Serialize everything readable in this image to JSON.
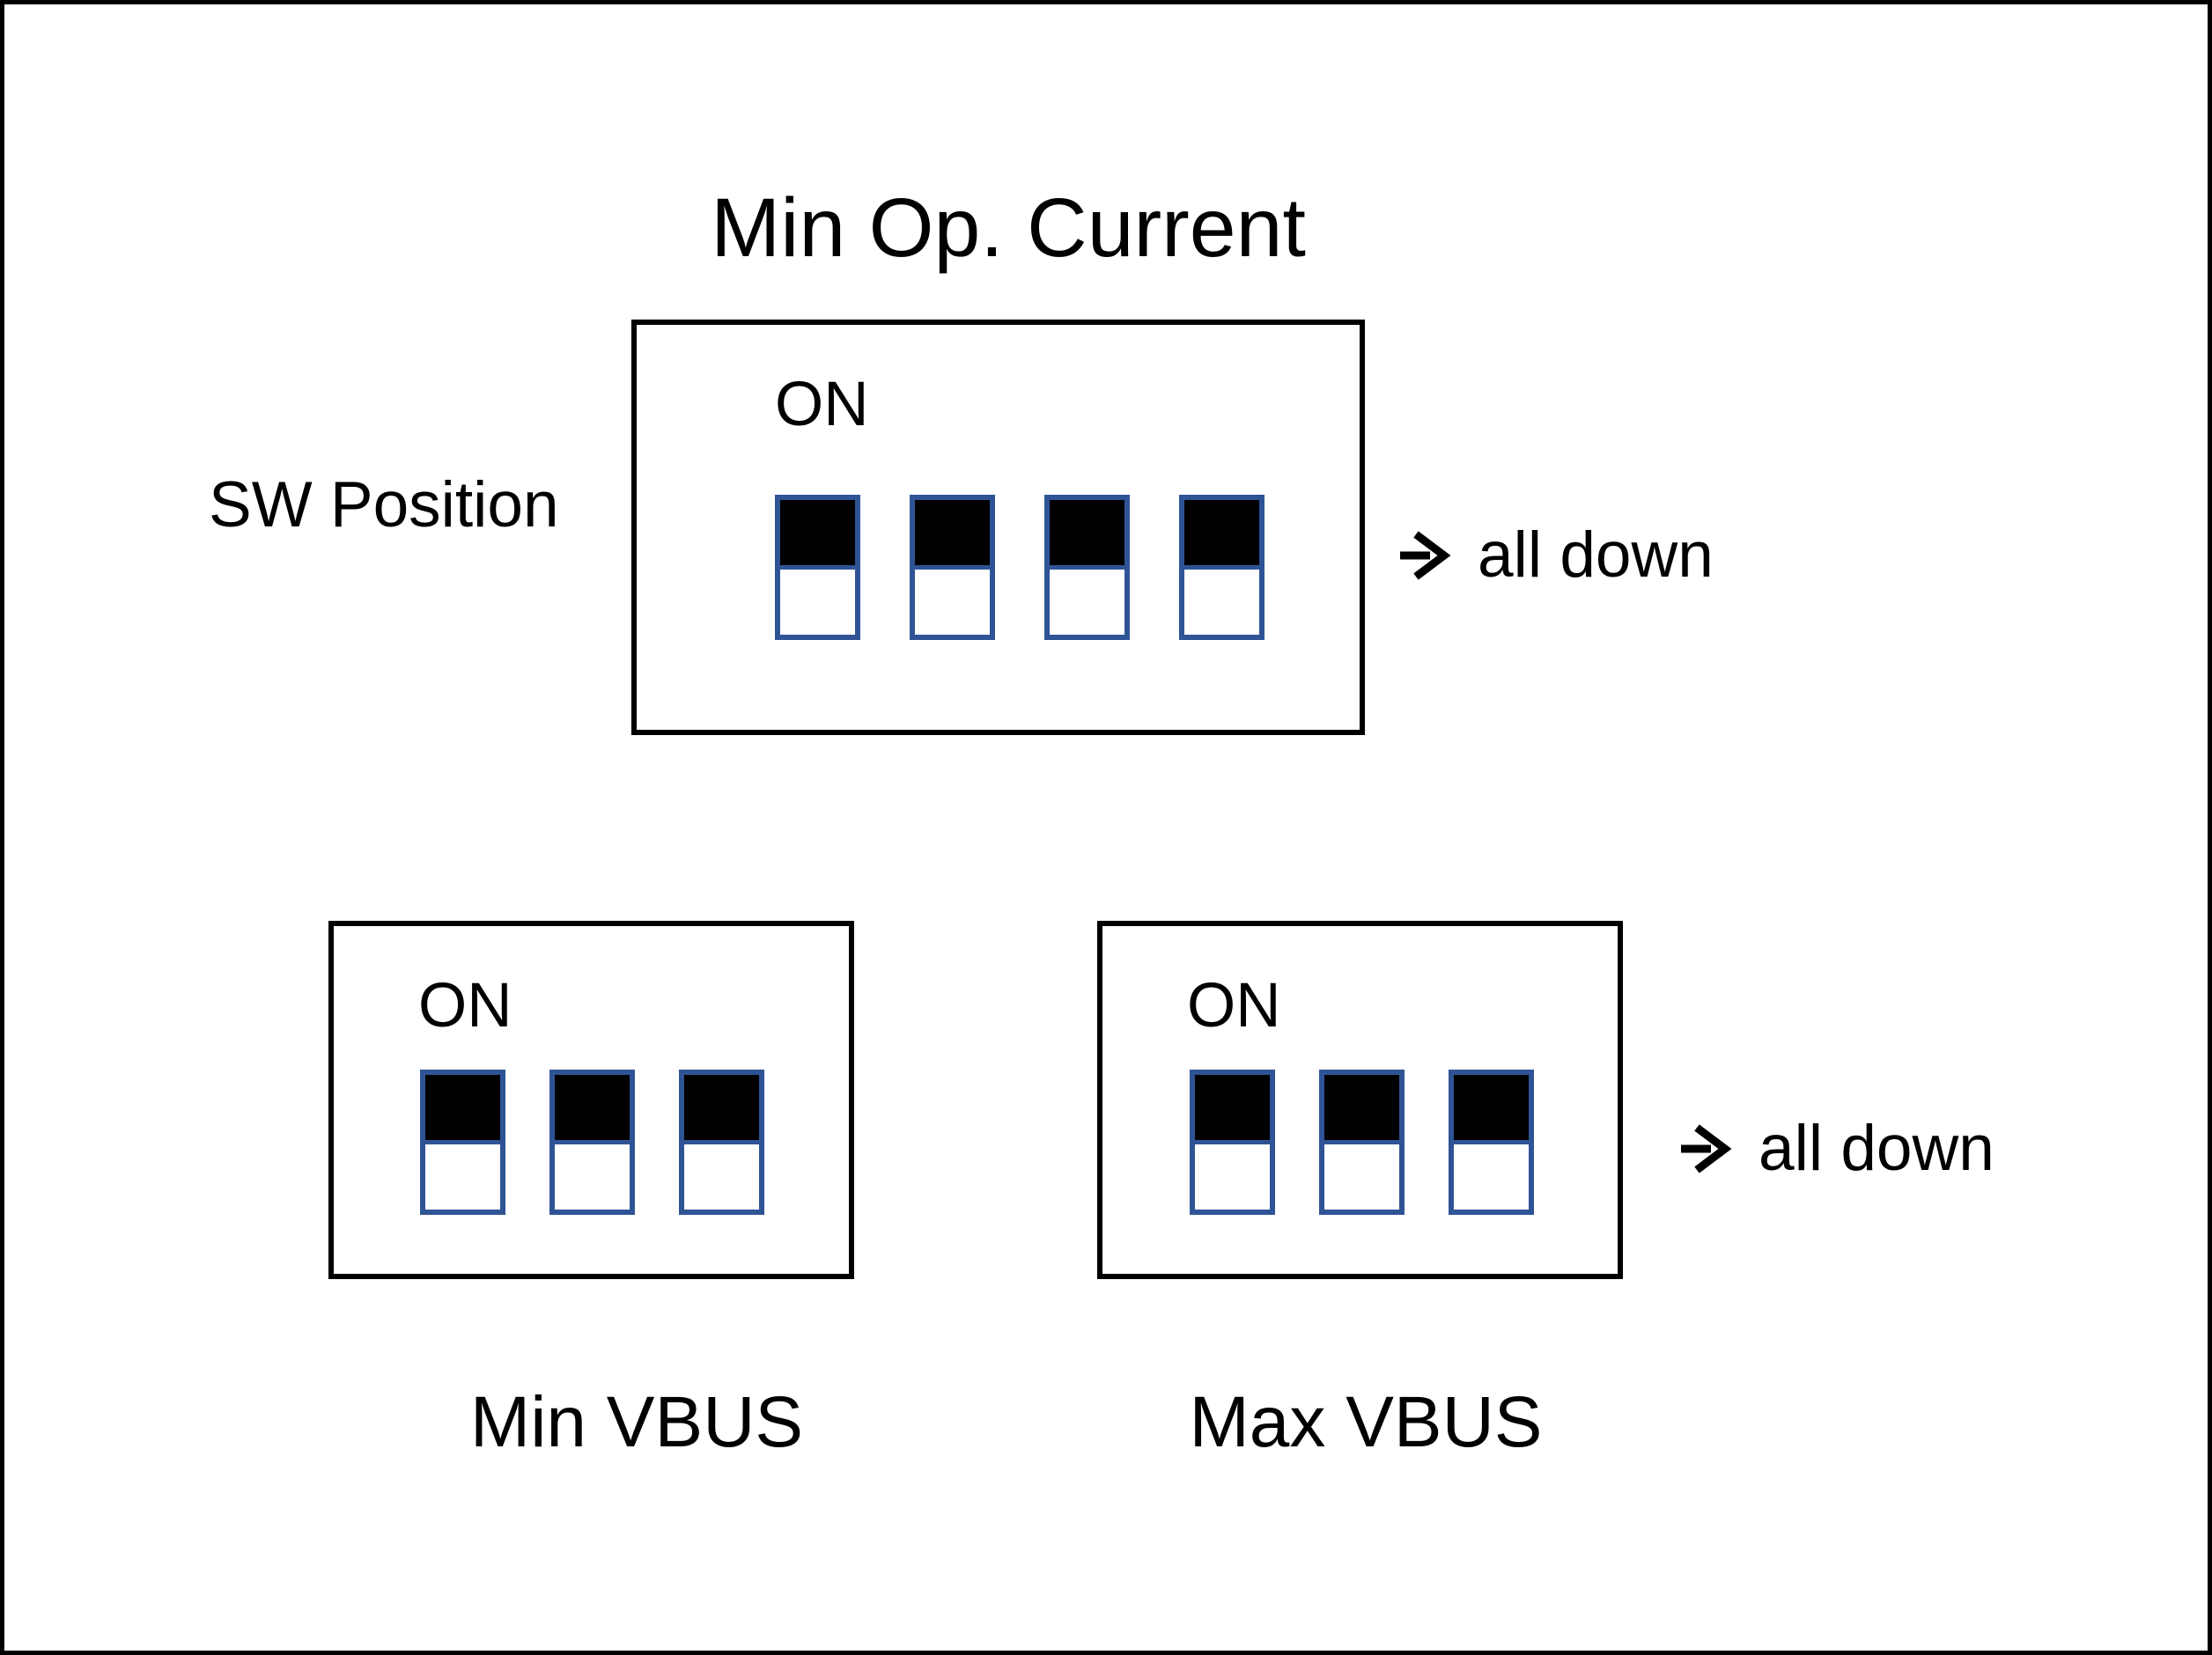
{
  "diagram": {
    "colors": {
      "switch_border": "#2F5496",
      "switch_on_fill": "#000000",
      "switch_off_fill": "#FFFFFF",
      "box_border": "#000000",
      "text": "#000000"
    },
    "top_group": {
      "title": "Min Op. Current",
      "side_label": "SW Position",
      "on_label": "ON",
      "arrow_note": "all down",
      "switch_count": 4,
      "switches": [
        "down",
        "down",
        "down",
        "down"
      ]
    },
    "bottom_left_group": {
      "on_label": "ON",
      "caption": "Min VBUS",
      "switch_count": 3,
      "switches": [
        "down",
        "down",
        "down"
      ]
    },
    "bottom_right_group": {
      "on_label": "ON",
      "caption": "Max VBUS",
      "arrow_note": "all down",
      "switch_count": 3,
      "switches": [
        "down",
        "down",
        "down"
      ]
    }
  }
}
